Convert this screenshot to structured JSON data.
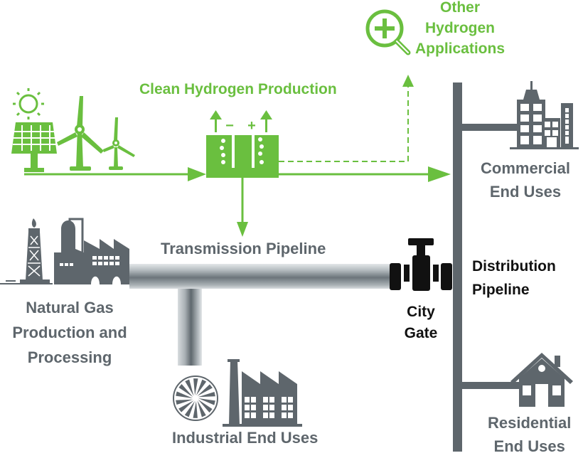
{
  "colors": {
    "green": "#6abf3f",
    "gray": "#5e666c",
    "black": "#111111",
    "pipe_light": "#c9ced1",
    "pipe_dark": "#6c757b"
  },
  "labels": {
    "clean_hydrogen_production": "Clean Hydrogen Production",
    "other_hydrogen_applications": [
      "Other",
      "Hydrogen",
      "Applications"
    ],
    "commercial_end_uses": [
      "Commercial",
      "End Uses"
    ],
    "transmission_pipeline": "Transmission Pipeline",
    "natural_gas": [
      "Natural Gas",
      "Production and",
      "Processing"
    ],
    "distribution_pipeline": [
      "Distribution",
      "Pipeline"
    ],
    "city_gate": [
      "City",
      "Gate"
    ],
    "industrial_end_uses": "Industrial End Uses",
    "residential_end_uses": [
      "Residential",
      "End Uses"
    ]
  },
  "electrolyzer": {
    "minus": "−",
    "plus": "+"
  },
  "icons": [
    "sun-icon",
    "solar-panel-icon",
    "wind-turbine-icon",
    "electrolyzer-icon",
    "magnifier-plus-icon",
    "commercial-buildings-icon",
    "oil-derrick-icon",
    "refinery-icon",
    "valve-icon",
    "turbine-icon",
    "factory-icon",
    "house-icon"
  ]
}
